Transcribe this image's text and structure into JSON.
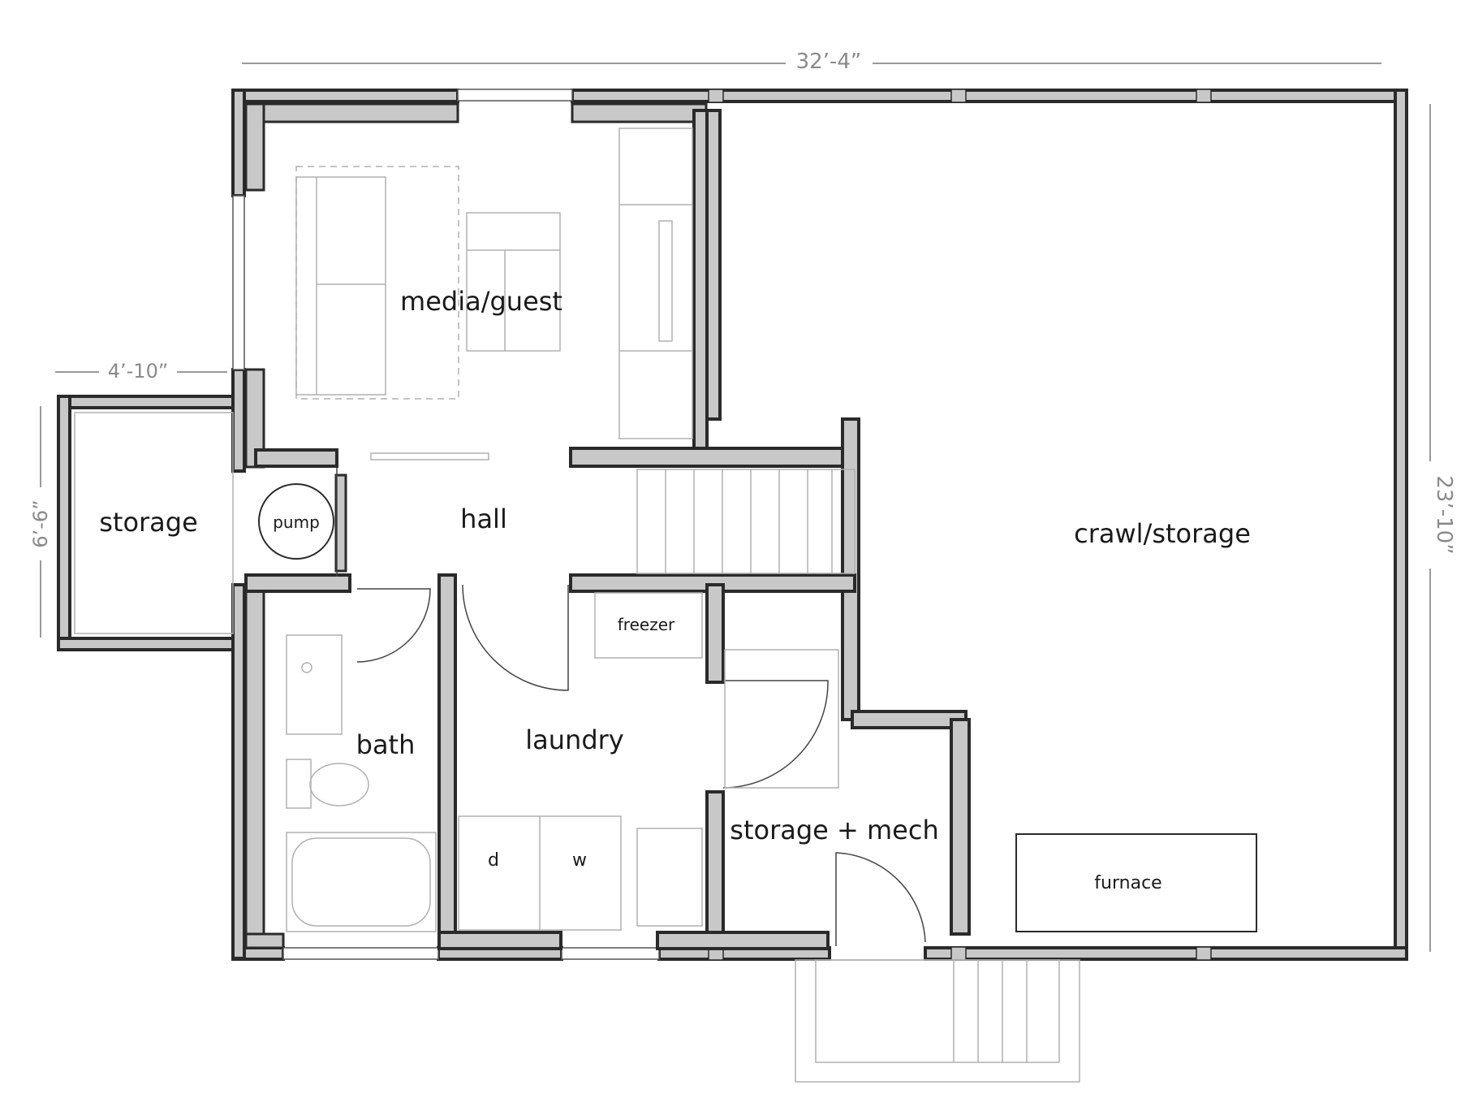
{
  "rooms": {
    "media_guest": "media/guest",
    "hall": "hall",
    "pump": "pump",
    "storage_left": "storage",
    "crawl_storage": "crawl/storage",
    "bath": "bath",
    "laundry": "laundry",
    "freezer": "freezer",
    "storage_mech": "storage + mech",
    "dryer": "d",
    "washer": "w",
    "furnace": "furnace"
  },
  "dimensions": {
    "overall_width": "32’-4”",
    "overall_depth": "23’-10”",
    "storage_width": "4’-10”",
    "storage_depth": "6’-6”"
  },
  "colors": {
    "wall_fill": "#c8c8c8",
    "wall_outline": "#2a2a2a",
    "furniture_line": "#b0b0b0",
    "dimension_line": "#9a9a9a"
  }
}
